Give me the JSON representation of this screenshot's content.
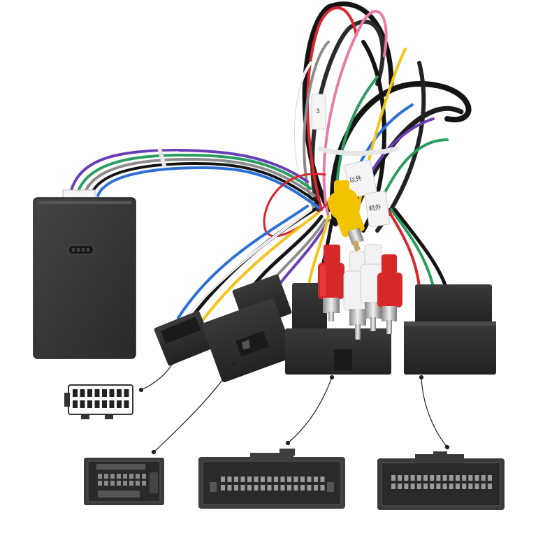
{
  "image": {
    "subject": "wiring-harness-with-decoder-box-and-connectors",
    "background_color": "#ffffff"
  },
  "colors": {
    "box_body": "#3b3b3b",
    "box_top": "#2e2e2e",
    "connector": "#2f2f2f",
    "connector_dark": "#1f1f1f",
    "rca_red": "#d62828",
    "rca_white": "#f2f2f2",
    "rca_yellow": "#f2c400",
    "wire_black": "#141414",
    "wire_colors": [
      "#141414",
      "#2b2b2b",
      "#d9262c",
      "#f28c28",
      "#f0c419",
      "#2a9d5f",
      "#2c6fd6",
      "#6a3fb5",
      "#8c8c8c",
      "#ffffff",
      "#e87ca8",
      "#7a4a2a"
    ]
  },
  "wire_tags": [
    {
      "text": "以外"
    },
    {
      "text": "机外"
    },
    {
      "text": "3"
    }
  ],
  "callout_connectors": [
    {
      "name": "iso-16-pin-connector"
    },
    {
      "name": "small-oem-connector"
    },
    {
      "name": "large-oem-connector-left"
    },
    {
      "name": "large-oem-connector-right"
    }
  ]
}
